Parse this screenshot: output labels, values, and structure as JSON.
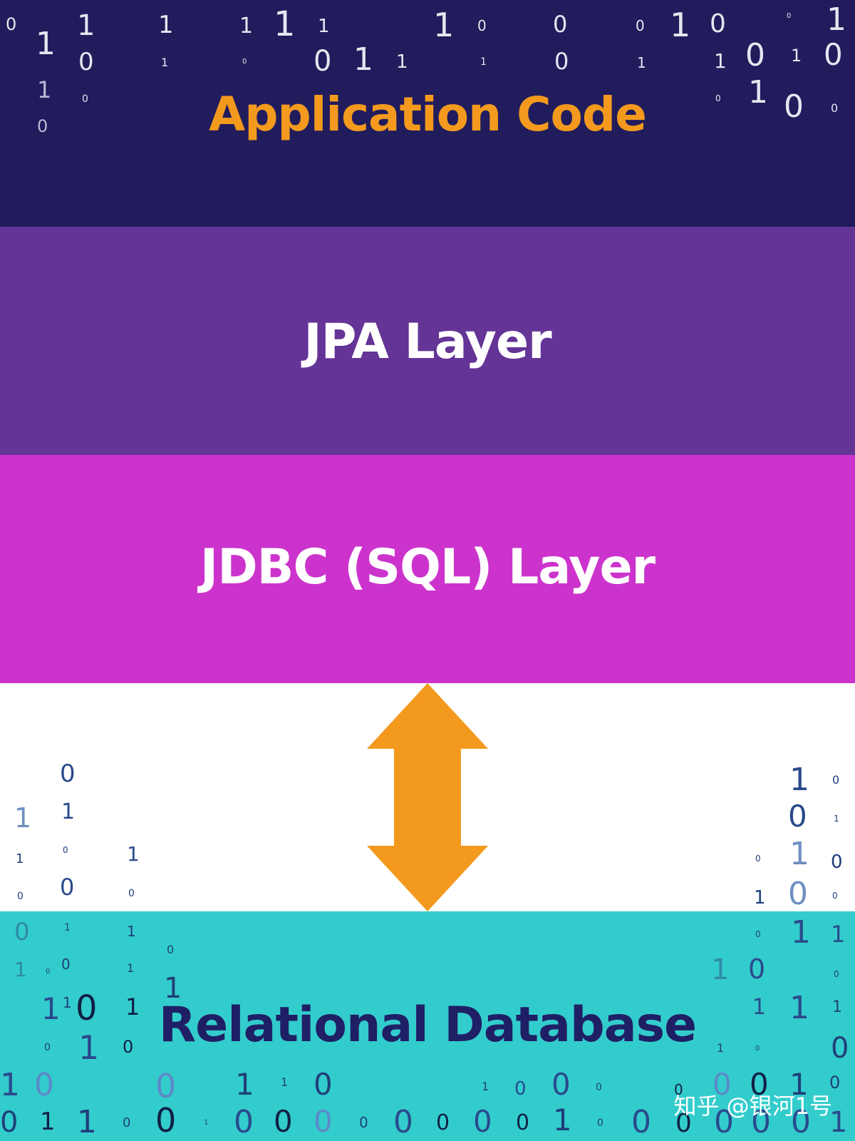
{
  "layers": {
    "application": {
      "label": "Application Code"
    },
    "jpa": {
      "label": "JPA Layer"
    },
    "jdbc": {
      "label": "JDBC (SQL) Layer"
    },
    "database": {
      "label": "Relational Database"
    }
  },
  "watermark": "知乎 @银河1号",
  "colors": {
    "application_bg": "#211c5c",
    "application_text": "#f39a1e",
    "jpa_bg": "#643496",
    "jdbc_bg": "#cc33cc",
    "database_bg": "#33cccc",
    "database_text": "#1f1f66",
    "arrow": "#f39a1e"
  },
  "icons": {
    "arrow": "double-headed-vertical-arrow"
  }
}
